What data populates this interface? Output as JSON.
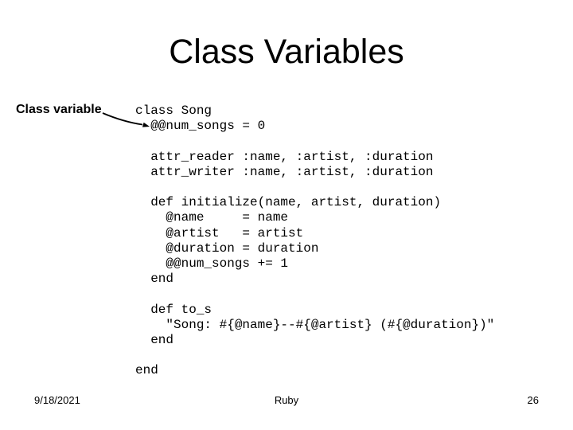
{
  "slide": {
    "title": "Class Variables",
    "annotation": {
      "label": "Class variable",
      "icon": "south-east-arrow-icon",
      "points_to": "@@num_songs"
    },
    "code": "class Song\n  @@num_songs = 0\n\n  attr_reader :name, :artist, :duration\n  attr_writer :name, :artist, :duration\n\n  def initialize(name, artist, duration)\n    @name     = name\n    @artist   = artist\n    @duration = duration\n    @@num_songs += 1\n  end\n\n  def to_s\n    \"Song: #{@name}--#{@artist} (#{@duration})\"\n  end\n\nend",
    "footer": {
      "date": "9/18/2021",
      "center": "Ruby",
      "page": "26"
    },
    "colors": {
      "background": "#ffffff",
      "text": "#000000",
      "arrow": "#000000"
    }
  }
}
